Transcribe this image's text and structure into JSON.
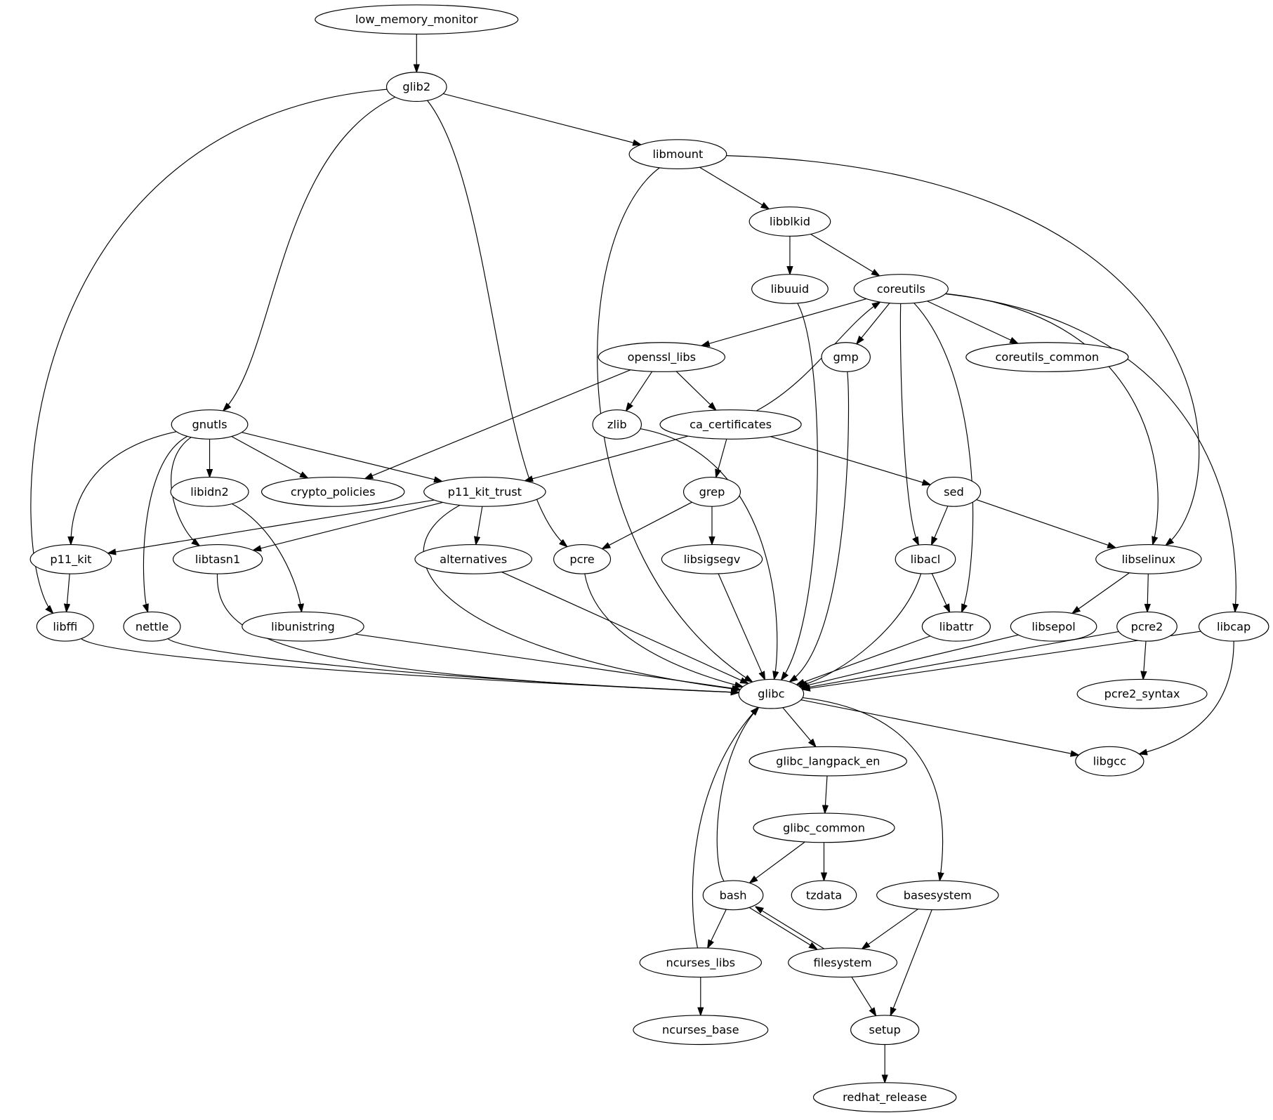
{
  "nodes": {
    "low_memory_monitor": "low_memory_monitor",
    "glib2": "glib2",
    "libmount": "libmount",
    "libblkid": "libblkid",
    "libuuid": "libuuid",
    "coreutils": "coreutils",
    "openssl_libs": "openssl_libs",
    "gmp": "gmp",
    "coreutils_common": "coreutils_common",
    "gnutls": "gnutls",
    "zlib": "zlib",
    "ca_certificates": "ca_certificates",
    "libidn2": "libidn2",
    "crypto_policies": "crypto_policies",
    "p11_kit_trust": "p11_kit_trust",
    "grep": "grep",
    "sed": "sed",
    "p11_kit": "p11_kit",
    "libtasn1": "libtasn1",
    "alternatives": "alternatives",
    "pcre": "pcre",
    "libsigsegv": "libsigsegv",
    "libacl": "libacl",
    "libselinux": "libselinux",
    "libffi": "libffi",
    "nettle": "nettle",
    "libunistring": "libunistring",
    "libattr": "libattr",
    "libsepol": "libsepol",
    "pcre2": "pcre2",
    "libcap": "libcap",
    "glibc": "glibc",
    "pcre2_syntax": "pcre2_syntax",
    "glibc_langpack_en": "glibc_langpack_en",
    "libgcc": "libgcc",
    "glibc_common": "glibc_common",
    "bash": "bash",
    "tzdata": "tzdata",
    "basesystem": "basesystem",
    "ncurses_libs": "ncurses_libs",
    "filesystem": "filesystem",
    "ncurses_base": "ncurses_base",
    "setup": "setup",
    "redhat_release": "redhat_release"
  },
  "edges": [
    [
      "low_memory_monitor",
      "glib2"
    ],
    [
      "glib2",
      "libffi"
    ],
    [
      "glib2",
      "gnutls"
    ],
    [
      "glib2",
      "pcre"
    ],
    [
      "glib2",
      "libmount"
    ],
    [
      "libmount",
      "glibc"
    ],
    [
      "libmount",
      "libblkid"
    ],
    [
      "libmount",
      "libselinux"
    ],
    [
      "libblkid",
      "libuuid"
    ],
    [
      "libblkid",
      "coreutils"
    ],
    [
      "libuuid",
      "glibc"
    ],
    [
      "coreutils",
      "openssl_libs"
    ],
    [
      "coreutils",
      "gmp"
    ],
    [
      "coreutils",
      "coreutils_common"
    ],
    [
      "coreutils",
      "libselinux"
    ],
    [
      "coreutils",
      "libcap"
    ],
    [
      "coreutils",
      "libacl"
    ],
    [
      "coreutils",
      "libattr"
    ],
    [
      "openssl_libs",
      "crypto_policies"
    ],
    [
      "openssl_libs",
      "zlib"
    ],
    [
      "openssl_libs",
      "ca_certificates"
    ],
    [
      "gmp",
      "glibc"
    ],
    [
      "gnutls",
      "p11_kit"
    ],
    [
      "gnutls",
      "libtasn1"
    ],
    [
      "gnutls",
      "nettle"
    ],
    [
      "gnutls",
      "libidn2"
    ],
    [
      "gnutls",
      "crypto_policies"
    ],
    [
      "gnutls",
      "p11_kit_trust"
    ],
    [
      "zlib",
      "glibc"
    ],
    [
      "ca_certificates",
      "coreutils"
    ],
    [
      "ca_certificates",
      "p11_kit_trust"
    ],
    [
      "ca_certificates",
      "grep"
    ],
    [
      "ca_certificates",
      "sed"
    ],
    [
      "libidn2",
      "libunistring"
    ],
    [
      "p11_kit_trust",
      "p11_kit"
    ],
    [
      "p11_kit_trust",
      "libtasn1"
    ],
    [
      "p11_kit_trust",
      "alternatives"
    ],
    [
      "p11_kit_trust",
      "glibc"
    ],
    [
      "grep",
      "pcre"
    ],
    [
      "grep",
      "libsigsegv"
    ],
    [
      "sed",
      "libacl"
    ],
    [
      "sed",
      "libselinux"
    ],
    [
      "p11_kit",
      "libffi"
    ],
    [
      "libtasn1",
      "glibc"
    ],
    [
      "alternatives",
      "glibc"
    ],
    [
      "pcre",
      "glibc"
    ],
    [
      "libsigsegv",
      "glibc"
    ],
    [
      "libacl",
      "glibc"
    ],
    [
      "libacl",
      "libattr"
    ],
    [
      "libselinux",
      "libsepol"
    ],
    [
      "libselinux",
      "pcre2"
    ],
    [
      "libffi",
      "glibc"
    ],
    [
      "nettle",
      "glibc"
    ],
    [
      "libunistring",
      "glibc"
    ],
    [
      "libattr",
      "glibc"
    ],
    [
      "libsepol",
      "glibc"
    ],
    [
      "pcre2",
      "glibc"
    ],
    [
      "pcre2",
      "pcre2_syntax"
    ],
    [
      "libcap",
      "glibc"
    ],
    [
      "libcap",
      "libgcc"
    ],
    [
      "glibc",
      "glibc_langpack_en"
    ],
    [
      "glibc",
      "libgcc"
    ],
    [
      "glibc",
      "basesystem"
    ],
    [
      "glibc_langpack_en",
      "glibc_common"
    ],
    [
      "glibc_common",
      "bash"
    ],
    [
      "glibc_common",
      "tzdata"
    ],
    [
      "bash",
      "glibc"
    ],
    [
      "bash",
      "ncurses_libs"
    ],
    [
      "bash",
      "filesystem"
    ],
    [
      "filesystem",
      "bash"
    ],
    [
      "basesystem",
      "filesystem"
    ],
    [
      "basesystem",
      "setup"
    ],
    [
      "ncurses_libs",
      "glibc"
    ],
    [
      "ncurses_libs",
      "ncurses_base"
    ],
    [
      "filesystem",
      "setup"
    ],
    [
      "setup",
      "redhat_release"
    ]
  ]
}
